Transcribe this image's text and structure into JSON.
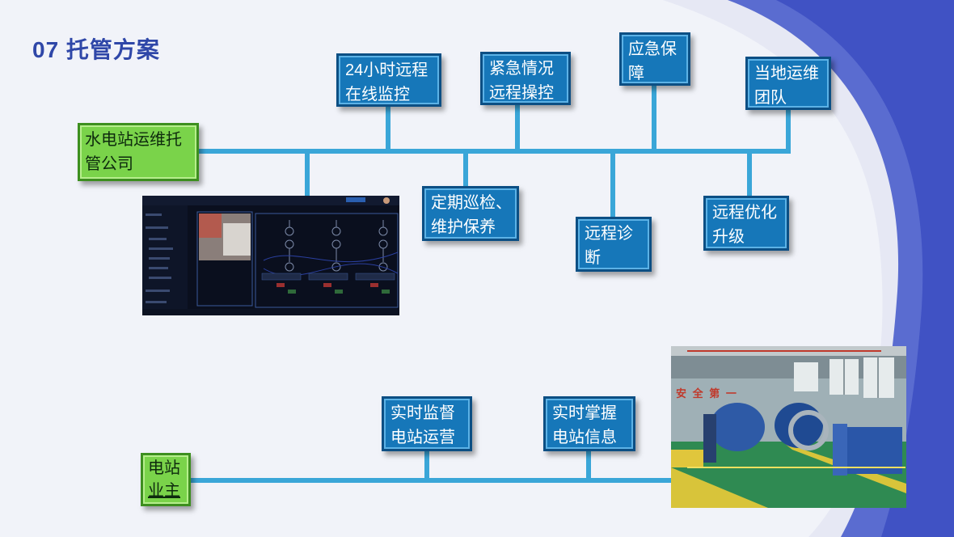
{
  "title": "07 托管方案",
  "company_box": {
    "line1": "水电站运维托",
    "line2": "管公司"
  },
  "owner_box": {
    "line1": "电站",
    "line2": "业主"
  },
  "top_services": [
    {
      "id": "monitor",
      "line1": "24小时远程",
      "line2": "在线监控"
    },
    {
      "id": "emergency-control",
      "line1": "紧急情况",
      "line2": "远程操控"
    },
    {
      "id": "emergency-guarantee",
      "line1": "应急保",
      "line2": "障"
    },
    {
      "id": "local-team",
      "line1": "当地运维",
      "line2": "团队"
    },
    {
      "id": "inspection",
      "line1": "定期巡检、",
      "line2": "维护保养"
    },
    {
      "id": "diagnosis",
      "line1": "远程诊",
      "line2": "断"
    },
    {
      "id": "upgrade",
      "line1": "远程优化",
      "line2": "升级"
    }
  ],
  "bottom_services": [
    {
      "id": "supervise",
      "line1": "实时监督",
      "line2": "电站运营"
    },
    {
      "id": "info",
      "line1": "实时掌握",
      "line2": "电站信息"
    }
  ],
  "photo_sign": "安 全 第 一",
  "colors": {
    "title": "#2f47a8",
    "box_blue": "#1677b9",
    "box_green": "#7ad34a",
    "line": "#3aa6d8"
  }
}
